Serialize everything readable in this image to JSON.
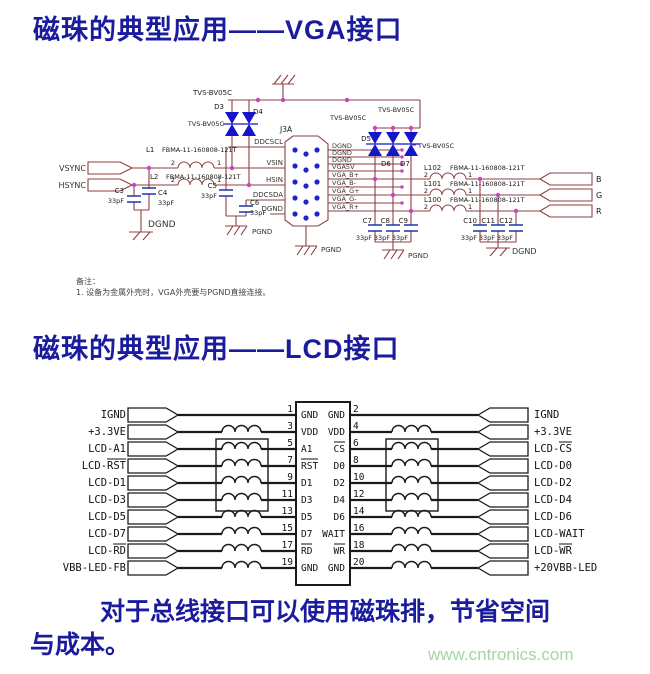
{
  "titles": {
    "vga": "磁珠的典型应用——VGA接口",
    "lcd": "磁珠的典型应用——LCD接口"
  },
  "footer": {
    "line1": "对于总线接口可以使用磁珠排，节省空间",
    "line2": "与成本。",
    "watermark": "www.cntronics.com"
  },
  "vga": {
    "tvs_part": "TVS-BV05C",
    "bead_part": "FBMA-11-160808-121T",
    "cap_val": "33pF",
    "refs": {
      "d3": "D3",
      "d4": "D4",
      "d5": "D5",
      "d6": "D6",
      "d7": "D7",
      "l1": "L1",
      "l2": "L2",
      "l100": "L100",
      "l101": "L101",
      "l102": "L102",
      "c3": "C3",
      "c4": "C4",
      "c5": "C5",
      "c6": "C6",
      "c7": "C7",
      "c8": "C8",
      "c9": "C9",
      "c10": "C10",
      "c11": "C11",
      "c12": "C12",
      "j3a": "J3A"
    },
    "ports": {
      "vsync": "VSYNC",
      "hsync": "HSYNC",
      "b": "B",
      "g": "G",
      "r": "R"
    },
    "nets": {
      "dgnd": "DGND",
      "pgnd": "PGND"
    },
    "pins": {
      "one": "1",
      "two": "2"
    },
    "conn_left": [
      "DDCSCL",
      "VSIN",
      "HSIN",
      "DDCSDA",
      "DGND"
    ],
    "conn_right": [
      "DGND",
      "DGND",
      "DGND",
      "VGA5V",
      "VGA_B+",
      "VGA_B-",
      "VGA_G+",
      "VGA_G-",
      "VGA_R+"
    ],
    "note": {
      "head": "备注：",
      "item": "1. 设备为金属外壳时，VGA外壳要与PGND直接连接。"
    }
  },
  "lcd": {
    "left_labels": [
      "IGND",
      "+3.3VE",
      "LCD-A1",
      "LCD-RST",
      "LCD-D1",
      "LCD-D3",
      "LCD-D5",
      "LCD-D7",
      "LCD-RD",
      "VBB-LED-FB"
    ],
    "right_labels": [
      "IGND",
      "+3.3VE",
      "LCD-CS",
      "LCD-D0",
      "LCD-D2",
      "LCD-D4",
      "LCD-D6",
      "LCD-WAIT",
      "LCD-WR",
      "+20VBB-LED"
    ],
    "pins_left": [
      {
        "num": "1",
        "name": "GND"
      },
      {
        "num": "3",
        "name": "VDD"
      },
      {
        "num": "5",
        "name": "A1"
      },
      {
        "num": "7",
        "name": "RST"
      },
      {
        "num": "9",
        "name": "D1"
      },
      {
        "num": "11",
        "name": "D3"
      },
      {
        "num": "13",
        "name": "D5"
      },
      {
        "num": "15",
        "name": "D7"
      },
      {
        "num": "17",
        "name": "RD"
      },
      {
        "num": "19",
        "name": "GND"
      }
    ],
    "pins_right": [
      {
        "num": "2",
        "name": "GND"
      },
      {
        "num": "4",
        "name": "VDD"
      },
      {
        "num": "6",
        "name": "CS"
      },
      {
        "num": "8",
        "name": "D0"
      },
      {
        "num": "10",
        "name": "D2"
      },
      {
        "num": "12",
        "name": "D4"
      },
      {
        "num": "14",
        "name": "D6"
      },
      {
        "num": "16",
        "name": "WAIT"
      },
      {
        "num": "18",
        "name": "WR"
      },
      {
        "num": "20",
        "name": "GND"
      }
    ]
  }
}
